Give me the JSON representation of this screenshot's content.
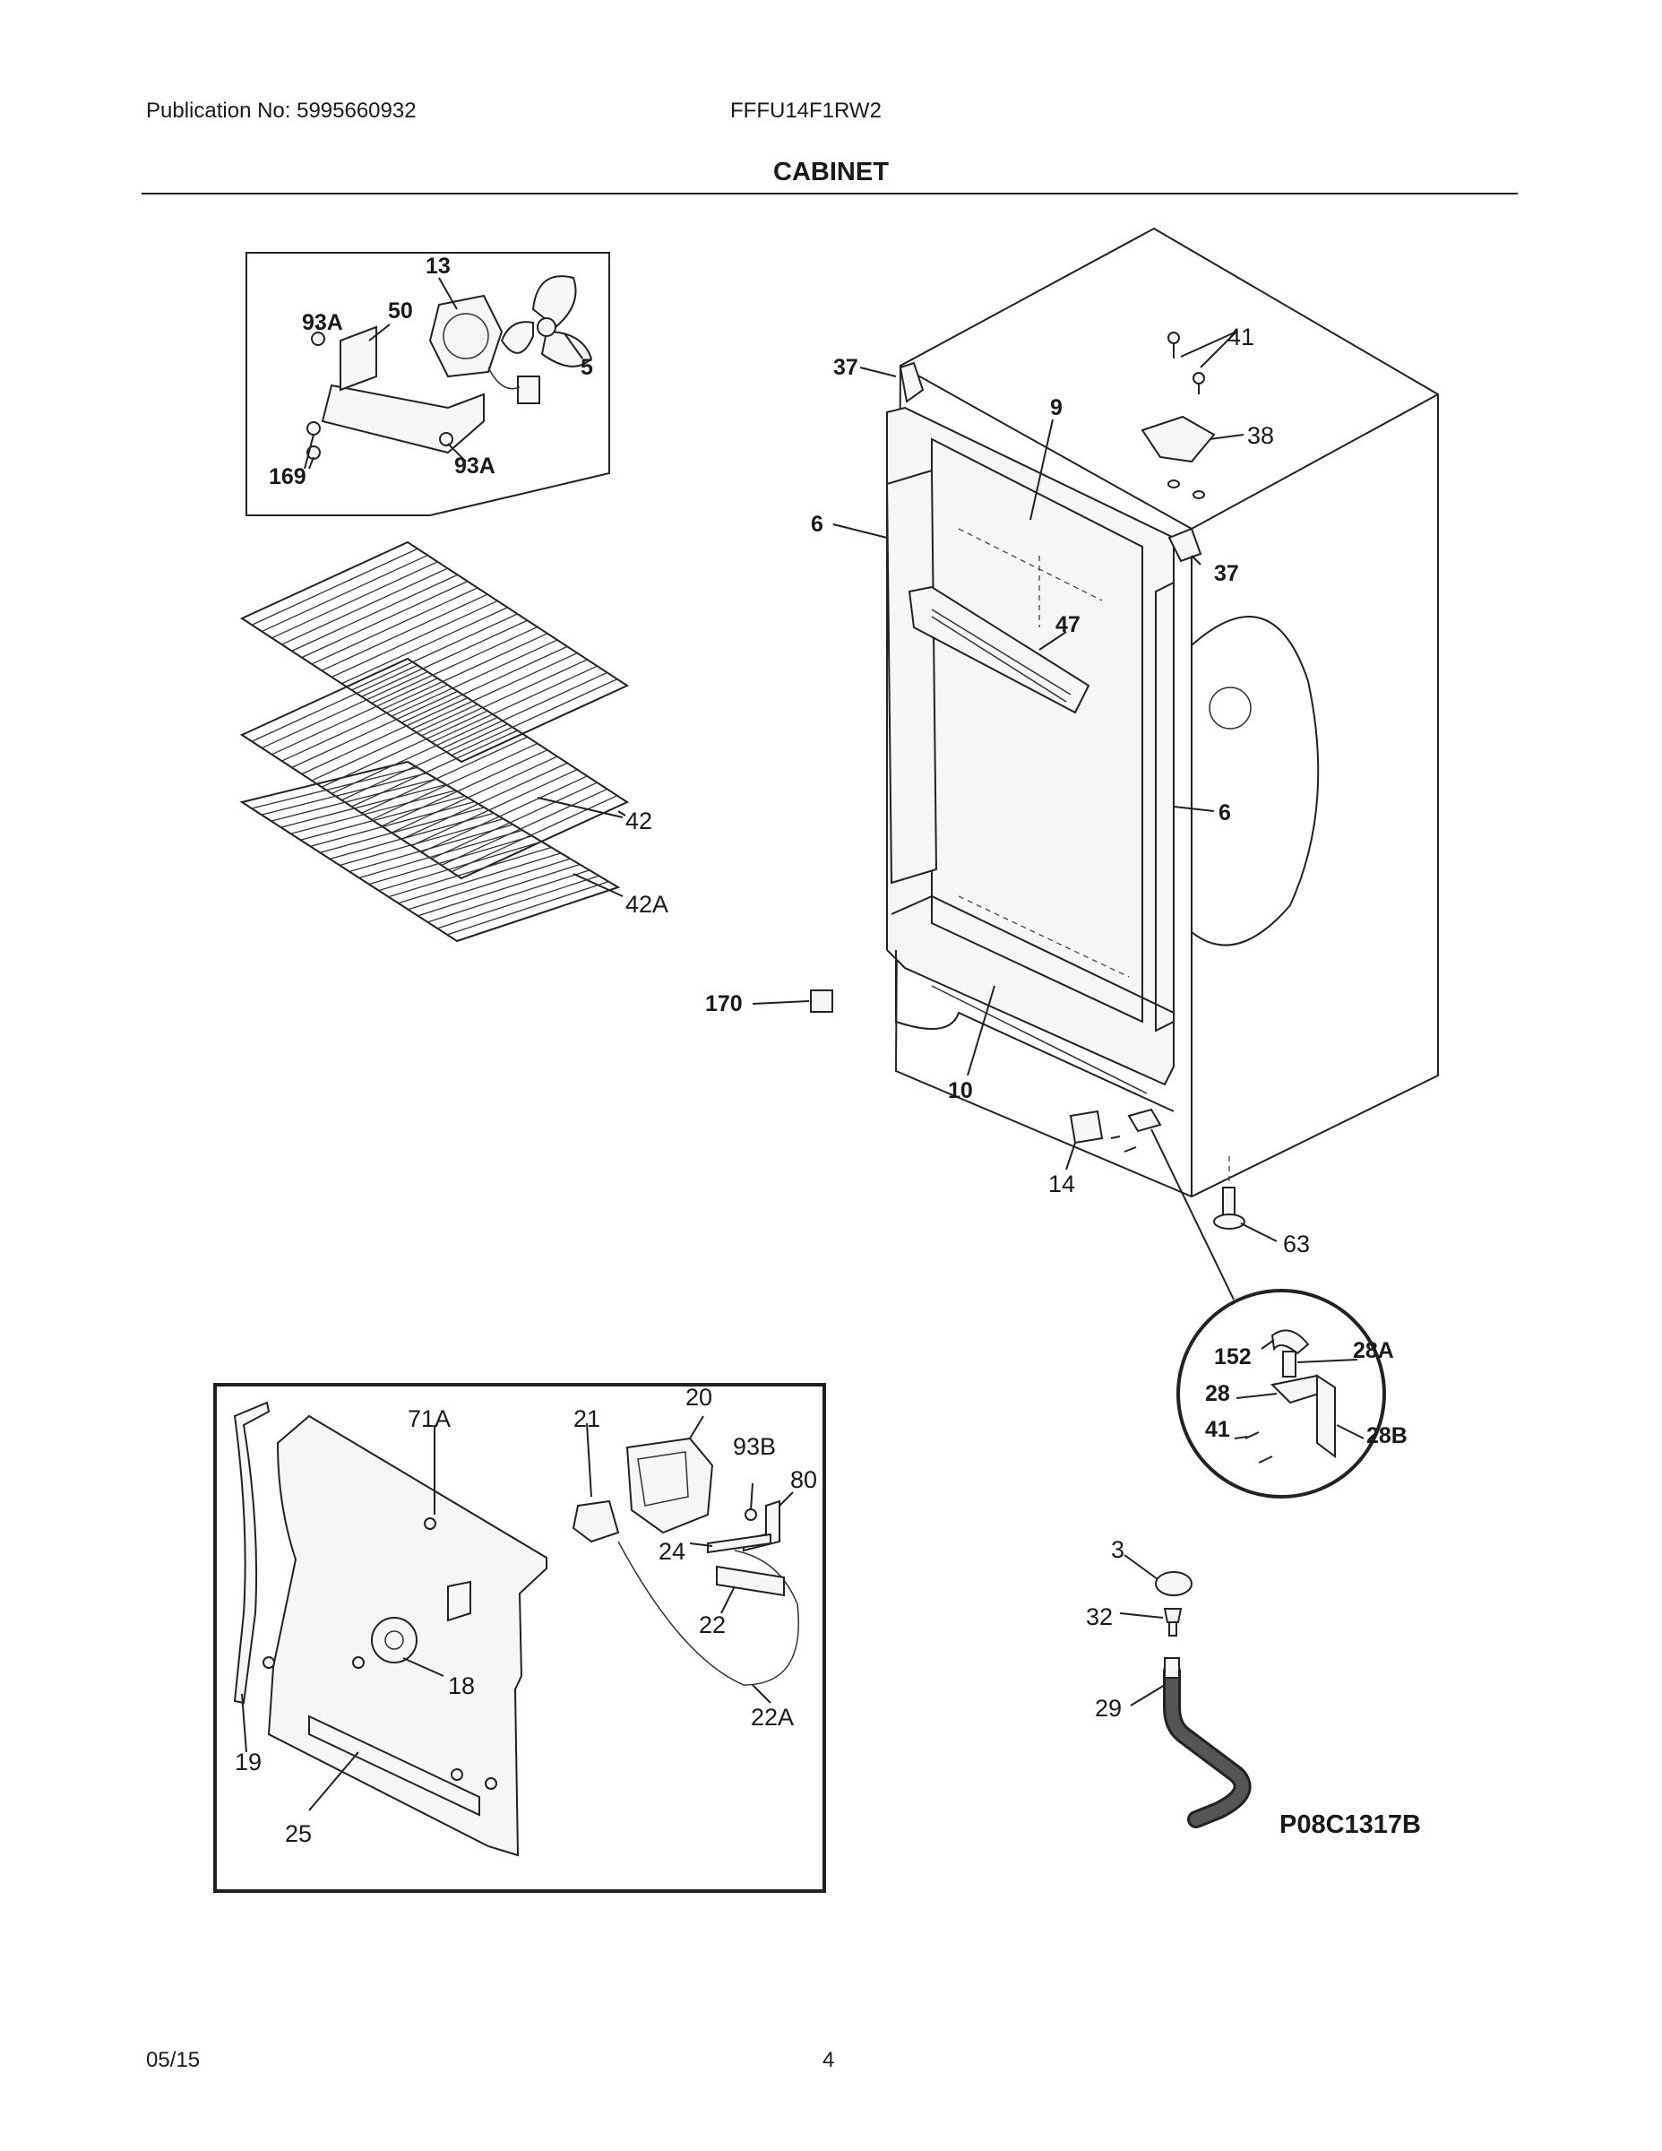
{
  "header": {
    "publication": "Publication No: 5995660932",
    "model": "FFFU14F1RW2",
    "section_title": "CABINET"
  },
  "footer": {
    "date": "05/15",
    "page": "4"
  },
  "diagram_code": "P08C1317B",
  "callouts": {
    "fan_inset": [
      "13",
      "93A",
      "50",
      "5",
      "169",
      "93A"
    ],
    "cabinet": [
      "37",
      "41",
      "9",
      "38",
      "6",
      "37",
      "47",
      "6",
      "42",
      "42A",
      "170",
      "10",
      "14",
      "63"
    ],
    "hinge_inset": [
      "152",
      "28A",
      "28",
      "41",
      "28B"
    ],
    "back_panel_inset": [
      "20",
      "71A",
      "21",
      "93B",
      "80",
      "24",
      "22",
      "18",
      "22A",
      "19",
      "25"
    ],
    "drain": [
      "3",
      "32",
      "29"
    ]
  }
}
